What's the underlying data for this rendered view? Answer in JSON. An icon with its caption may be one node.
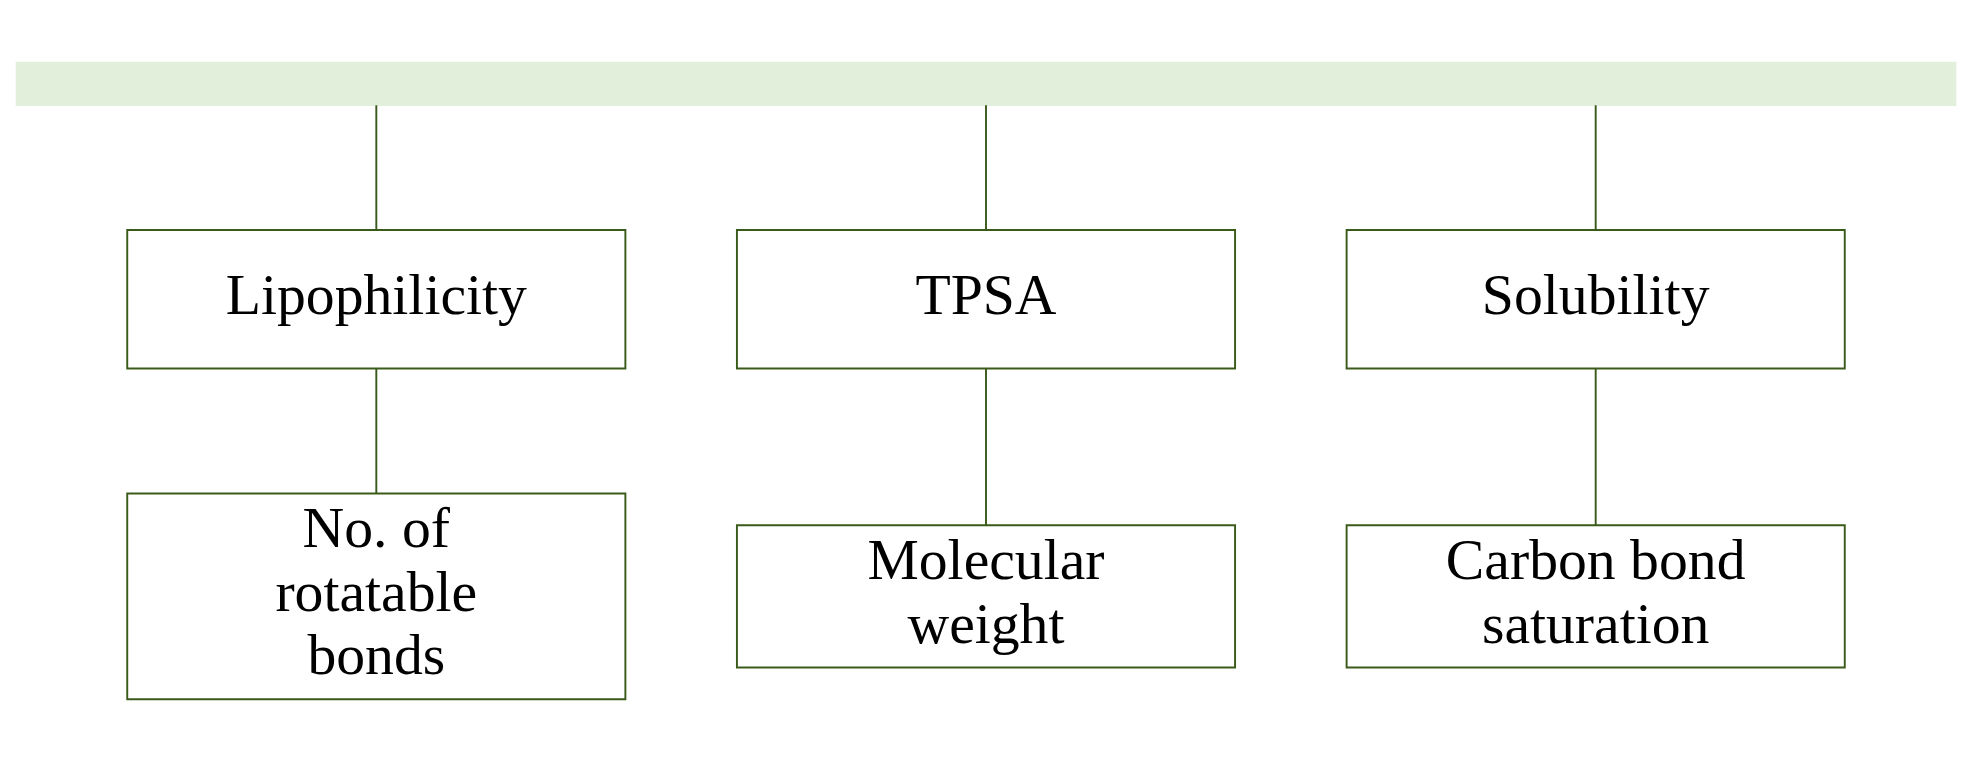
{
  "diagram": {
    "nodes": [
      {
        "text": [],
        "shape": "bar"
      },
      {
        "text": [
          "Lipophilicity"
        ]
      },
      {
        "text": [
          "TPSA"
        ]
      },
      {
        "text": [
          "Solubility"
        ]
      },
      {
        "text": [
          "No. of rotatable bonds"
        ]
      },
      {
        "text": [
          "Molecular weight"
        ]
      },
      {
        "text": [
          "Carbon bond saturation"
        ]
      }
    ],
    "edges": [
      {
        "from": 0,
        "to": 1,
        "arrow": "none"
      },
      {
        "from": 0,
        "to": 2,
        "arrow": "none"
      },
      {
        "from": 0,
        "to": 3,
        "arrow": "none"
      },
      {
        "from": 1,
        "to": 4,
        "arrow": "none"
      },
      {
        "from": 2,
        "to": 5,
        "arrow": "none"
      },
      {
        "from": 3,
        "to": 6,
        "arrow": "none"
      }
    ]
  }
}
